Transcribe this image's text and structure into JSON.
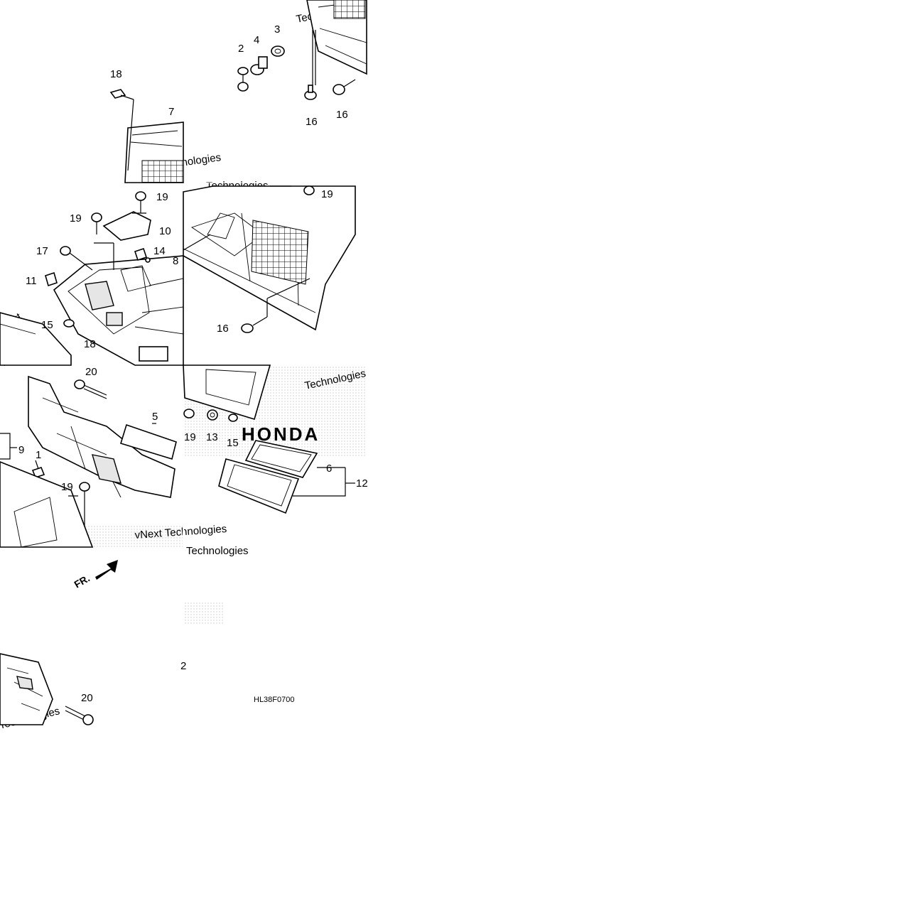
{
  "diagram": {
    "code": "HL38F0700",
    "direction_label": "FR.",
    "watermarks": [
      "Technologies",
      "vNext Technologies",
      "vNext",
      "HONDA"
    ],
    "callouts": {
      "c1": "1",
      "c2": "2",
      "c3": "3",
      "c4": "4",
      "c5": "5",
      "c6": "6",
      "c7": "7",
      "c8": "8",
      "c9": "9",
      "c10": "10",
      "c11": "11",
      "c12": "12",
      "c13": "13",
      "c14": "14",
      "c15": "15",
      "c16": "16",
      "c17": "17",
      "c18": "18",
      "c19": "19",
      "c20": "20"
    }
  }
}
